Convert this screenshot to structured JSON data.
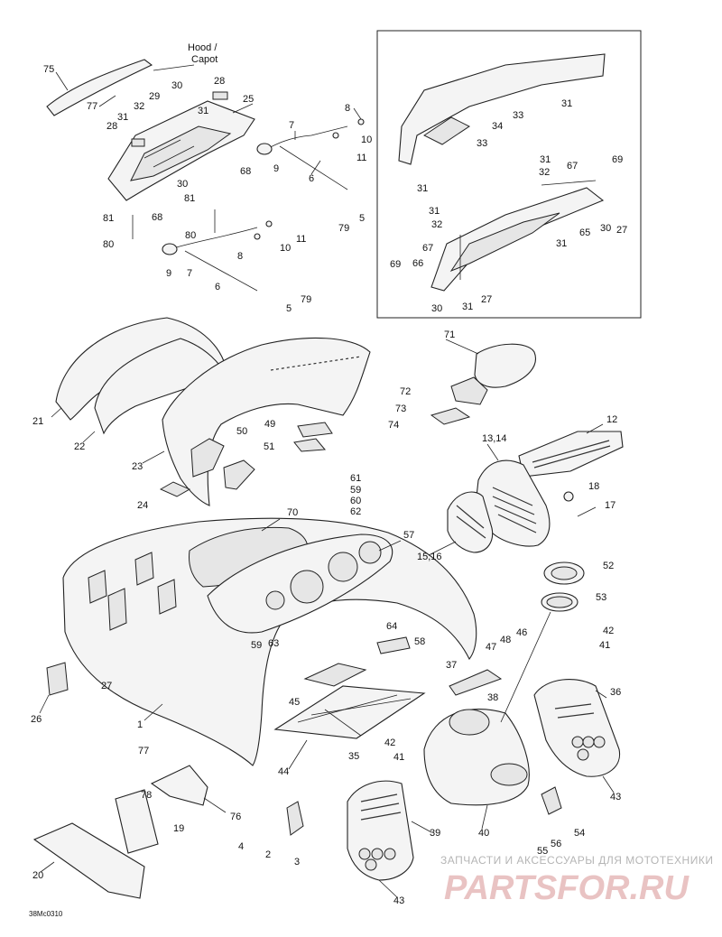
{
  "labels": {
    "hood": "Hood /",
    "capot": "Capot",
    "n1": "1",
    "n2": "2",
    "n3": "3",
    "n4": "4",
    "n5": "5",
    "n6": "6",
    "n7": "7",
    "n8": "8",
    "n9": "9",
    "n10": "10",
    "n11": "11",
    "n12": "12",
    "n1314": "13,14",
    "n1516": "15,16",
    "n17": "17",
    "n18": "18",
    "n19": "19",
    "n20": "20",
    "n21": "21",
    "n22": "22",
    "n23": "23",
    "n24": "24",
    "n25": "25",
    "n26": "26",
    "n27": "27",
    "n28": "28",
    "n29": "29",
    "n30": "30",
    "n31": "31",
    "n32": "32",
    "n33": "33",
    "n34": "34",
    "n35": "35",
    "n36": "36",
    "n37": "37",
    "n38": "38",
    "n39": "39",
    "n40": "40",
    "n41": "41",
    "n42": "42",
    "n43": "43",
    "n44": "44",
    "n45": "45",
    "n46": "46",
    "n47": "47",
    "n48": "48",
    "n49": "49",
    "n50": "50",
    "n51": "51",
    "n52": "52",
    "n53": "53",
    "n54": "54",
    "n55": "55",
    "n56": "56",
    "n57": "57",
    "n58": "58",
    "n59": "59",
    "n60": "60",
    "n61": "61",
    "n62": "62",
    "n63": "63",
    "n64": "64",
    "n65": "65",
    "n66": "66",
    "n67": "67",
    "n68": "68",
    "n69": "69",
    "n70": "70",
    "n71": "71",
    "n72": "72",
    "n73": "73",
    "n74": "74",
    "n75": "75",
    "n76": "76",
    "n77": "77",
    "n78": "78",
    "n79": "79",
    "n80": "80",
    "n81": "81"
  },
  "footer_code": "38Mc0310",
  "watermark": {
    "line1": "ЗАПЧАСТИ И АКСЕССУАРЫ ДЛЯ МОТОТЕХНИКИ",
    "line2": "PARTSFOR.RU"
  }
}
